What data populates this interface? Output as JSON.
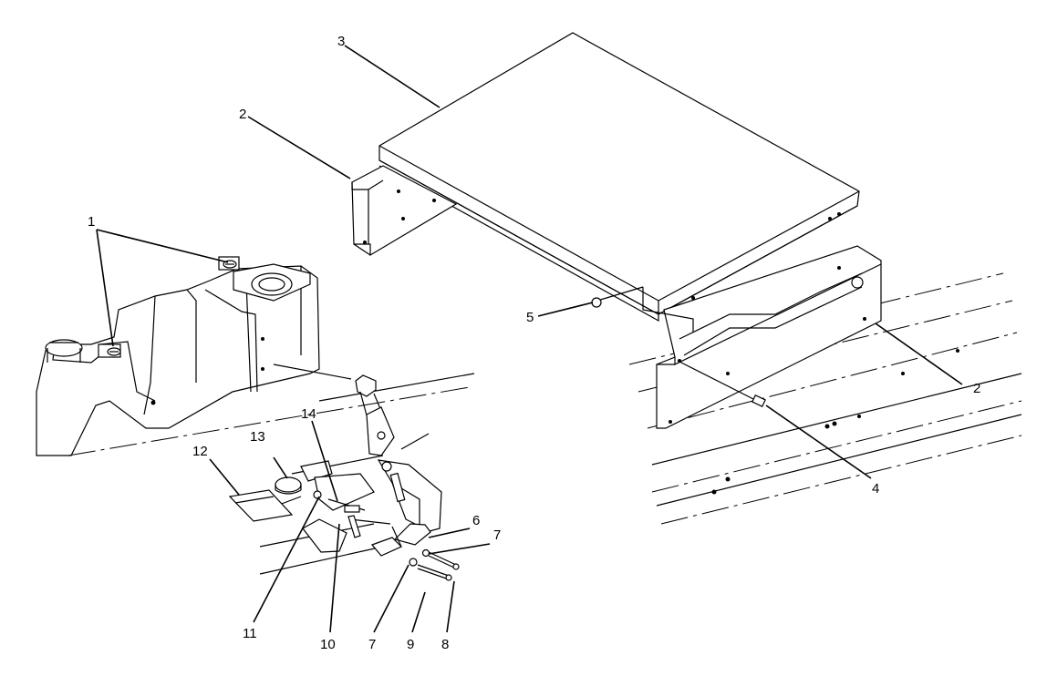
{
  "callouts": {
    "c1": "1",
    "c2a": "2",
    "c2b": "2",
    "c3": "3",
    "c4": "4",
    "c5": "5",
    "c6": "6",
    "c7a": "7",
    "c7b": "7",
    "c8": "8",
    "c9": "9",
    "c10": "10",
    "c11": "11",
    "c12": "12",
    "c13": "13",
    "c14": "14"
  }
}
